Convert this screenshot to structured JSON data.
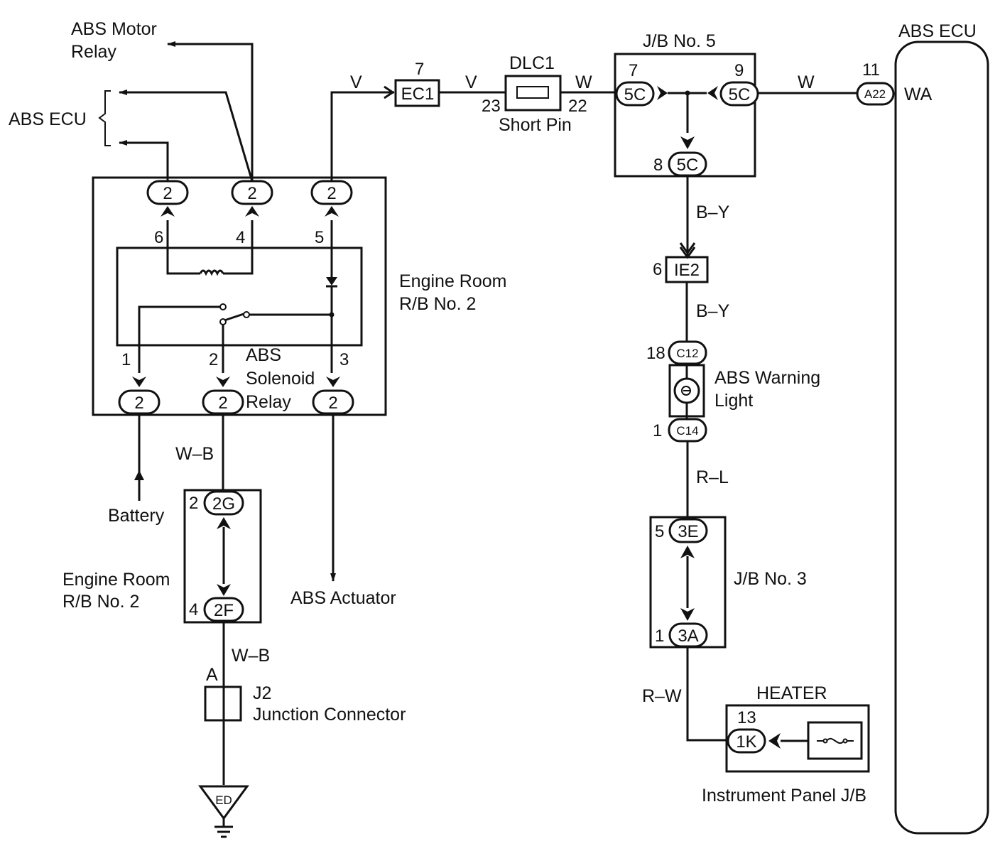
{
  "labels": {
    "abs_motor_relay_1": "ABS Motor",
    "abs_motor_relay_2": "Relay",
    "abs_ecu_left": "ABS ECU",
    "abs_ecu_title": "ABS ECU",
    "engine_room_rb_1": "Engine Room",
    "engine_room_rb_2": "R/B No. 2",
    "engine_room_rb_b1": "Engine Room",
    "engine_room_rb_b2": "R/B No. 2",
    "abs_solenoid_1": "ABS",
    "abs_solenoid_2": "Solenoid",
    "abs_solenoid_3": "Relay",
    "battery": "Battery",
    "abs_actuator": "ABS Actuator",
    "dlc1": "DLC1",
    "short_pin": "Short Pin",
    "jb5": "J/B No. 5",
    "jb3": "J/B No. 3",
    "abs_warning_1": "ABS Warning",
    "abs_warning_2": "Light",
    "heater": "HEATER",
    "instrument_panel_jb": "Instrument Panel J/B",
    "j2": "J2",
    "junction_connector": "Junction Connector",
    "junction_pin": "A",
    "ecu_terminal": "WA"
  },
  "wires": {
    "v1": "V",
    "v2": "V",
    "w1": "W",
    "w2": "W",
    "wb1": "W–B",
    "wb2": "W–B",
    "by1": "B–Y",
    "by2": "B–Y",
    "rl": "R–L",
    "rw": "R–W"
  },
  "connectors": {
    "ec1": "EC1",
    "c5_7": "5C",
    "c5_9": "5C",
    "c5_8": "5C",
    "a22": "A22",
    "ie2": "IE2",
    "c12": "C12",
    "c14": "C14",
    "e3": "3E",
    "a3": "3A",
    "k1": "1K",
    "g2": "2G",
    "f2": "2F",
    "ed": "ED",
    "r2_top_1": "2",
    "r2_top_2": "2",
    "r2_top_3": "2",
    "r2_bot_1": "2",
    "r2_bot_2": "2",
    "r2_bot_3": "2"
  },
  "pins": {
    "ec1_pin": "7",
    "dlc_23": "23",
    "dlc_22": "22",
    "jb5_7": "7",
    "jb5_9": "9",
    "jb5_8": "8",
    "ecu_11": "11",
    "ie2_6": "6",
    "c12_18": "18",
    "c14_1": "1",
    "e3_5": "5",
    "a3_1": "1",
    "k1_13": "13",
    "g2_2": "2",
    "f2_4": "4",
    "relay_6": "6",
    "relay_4": "4",
    "relay_5": "5",
    "relay_1": "1",
    "relay_2": "2",
    "relay_3": "3"
  }
}
